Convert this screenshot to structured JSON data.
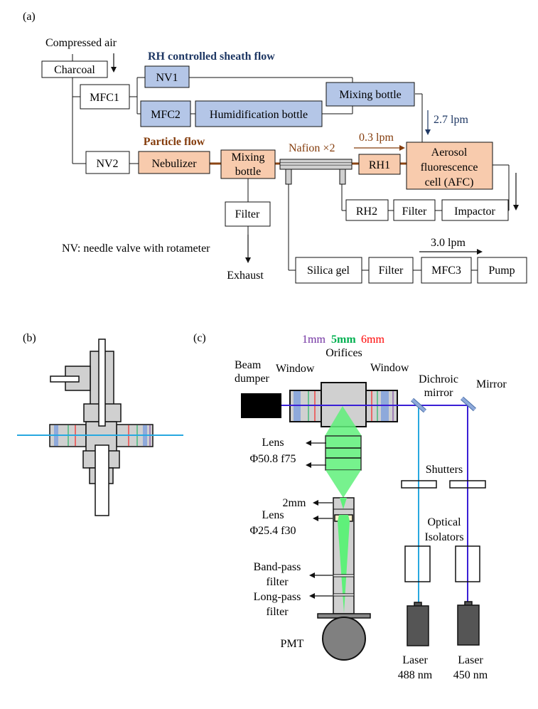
{
  "panel_a": {
    "label": "(a)",
    "compressed_air": "Compressed air",
    "sheath_title": "RH controlled sheath flow",
    "particle_title": "Particle flow",
    "nafion": "Nafion ×2",
    "flow_03": "0.3 lpm",
    "flow_27": "2.7 lpm",
    "flow_30": "3.0 lpm",
    "exhaust": "Exhaust",
    "legend": "NV: needle valve with rotameter",
    "boxes": {
      "charcoal": "Charcoal",
      "mfc1": "MFC1",
      "nv1": "NV1",
      "mfc2": "MFC2",
      "humid": "Humidification bottle",
      "mix_sheath": "Mixing bottle",
      "nv2": "NV2",
      "nebulizer": "Nebulizer",
      "mix_particle_1": "Mixing",
      "mix_particle_2": "bottle",
      "filter_exhaust": "Filter",
      "rh1": "RH1",
      "afc_1": "Aerosol",
      "afc_2": "fluorescence",
      "afc_3": "cell (AFC)",
      "rh2": "RH2",
      "filter_rh": "Filter",
      "impactor": "Impactor",
      "silica": "Silica gel",
      "filter_pump": "Filter",
      "mfc3": "MFC3",
      "pump": "Pump"
    }
  },
  "panel_b": {
    "label": "(b)"
  },
  "panel_c": {
    "label": "(c)",
    "orifice_1mm": "1mm",
    "orifice_5mm": "5mm",
    "orifice_6mm": "6mm",
    "orifices": "Orifices",
    "beam_dumper_1": "Beam",
    "beam_dumper_2": "dumper",
    "window_left": "Window",
    "window_right": "Window",
    "dichroic_1": "Dichroic",
    "dichroic_2": "mirror",
    "mirror": "Mirror",
    "lens1_1": "Lens",
    "lens1_2": "Φ50.8 f75",
    "aperture": "2mm",
    "lens2_1": "Lens",
    "lens2_2": "Φ25.4 f30",
    "bandpass_1": "Band-pass",
    "bandpass_2": "filter",
    "longpass_1": "Long-pass",
    "longpass_2": "filter",
    "pmt": "PMT",
    "shutters": "Shutters",
    "isolators_1": "Optical",
    "isolators_2": "Isolators",
    "laser488_1": "Laser",
    "laser488_2": "488 nm",
    "laser450_1": "Laser",
    "laser450_2": "450 nm"
  },
  "colors": {
    "sheath_fill": "#b4c6e7",
    "particle_fill": "#f8cbad",
    "sheath_text": "#1f3864",
    "particle_text": "#843c0c",
    "particle_line": "#8b4513",
    "beam_450": "#3a1fd6",
    "beam_488": "#28a8e0",
    "fluor_green": "#5ff07a",
    "orifice_1mm": "#7030a0",
    "orifice_5mm": "#00b050",
    "orifice_6mm": "#ff0000",
    "window_blue": "#8ea9db",
    "gray_part": "#d0d0d0"
  }
}
